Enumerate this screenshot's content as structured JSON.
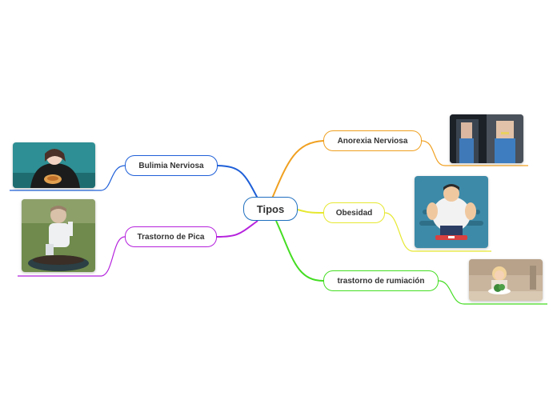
{
  "central": {
    "label": "Tipos",
    "color": "#1f6fbf"
  },
  "topics": {
    "anorexia": {
      "label": "Anorexia Nerviosa",
      "color": "#f0a020"
    },
    "obesidad": {
      "label": "Obesidad",
      "color": "#e6e830"
    },
    "rumiacion": {
      "label": "trastorno de rumiación",
      "color": "#44dd22"
    },
    "bulimia": {
      "label": "Bulimia Nerviosa",
      "color": "#1e5fd8"
    },
    "pica": {
      "label": "Trastorno de Pica",
      "color": "#b522dd"
    }
  }
}
